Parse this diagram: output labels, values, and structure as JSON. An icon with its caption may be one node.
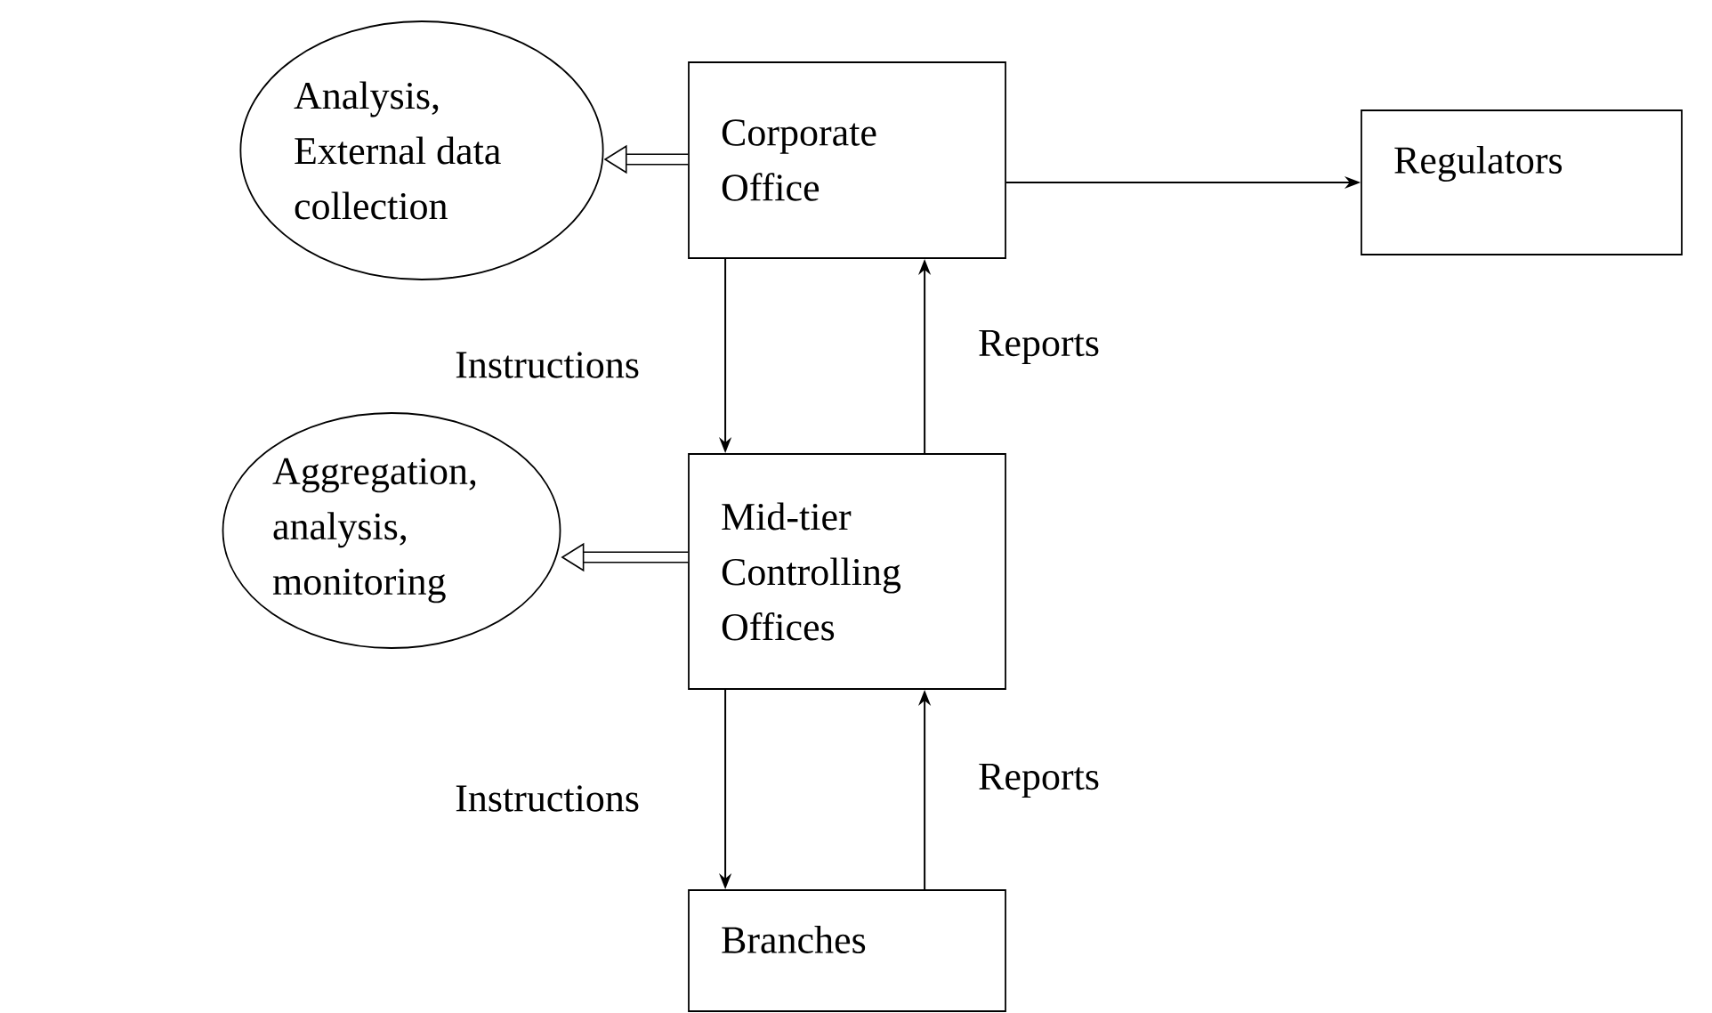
{
  "diagram": {
    "nodes": [
      {
        "text": [
          "Analysis, External data collection"
        ]
      },
      {
        "text": [
          "Corporate Office"
        ]
      },
      {
        "text": [
          "Regulators"
        ]
      },
      {
        "text": [
          "Aggregation, analysis, monitoring"
        ]
      },
      {
        "text": [
          "Mid-tier Controlling Offices"
        ]
      },
      {
        "text": [
          "Branches"
        ]
      }
    ],
    "edges": [
      {
        "from": 1,
        "to": 0,
        "arrow": "to",
        "style": "thick"
      },
      {
        "from": 1,
        "to": 2,
        "arrow": "to"
      },
      {
        "from": 1,
        "to": 4,
        "arrow": "to",
        "label": "Instructions"
      },
      {
        "from": 4,
        "to": 1,
        "arrow": "to",
        "label": "Reports"
      },
      {
        "from": 4,
        "to": 3,
        "arrow": "to",
        "style": "thick"
      },
      {
        "from": 4,
        "to": 5,
        "arrow": "to",
        "label": "Instructions"
      },
      {
        "from": 5,
        "to": 4,
        "arrow": "to",
        "label": "Reports"
      }
    ]
  }
}
